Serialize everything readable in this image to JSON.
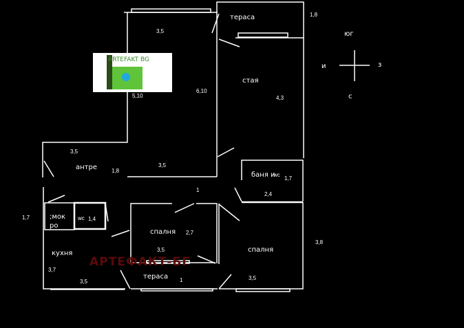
{
  "rooms": {
    "terrace_top": "тераса",
    "room": "стая",
    "entrance": "антре",
    "bath": "баня и",
    "bath_wc": "wc",
    "wet": ";мок",
    "wet2": "ро",
    "wc": "wc",
    "kitchen": "кухня",
    "bedroom1": "спалня",
    "bedroom2": "спалня",
    "terrace_bottom": "тераса"
  },
  "dimensions": {
    "top_left_width": "3,5",
    "terrace_top_depth": "1,8",
    "left_height": "5,10",
    "mid_height": "6,10",
    "room_height": "4,3",
    "entrance_width": "3,5",
    "entrance_depth": "1,8",
    "hall_width": "3,5",
    "bath_height": "1,7",
    "bath_width": "2,4",
    "corridor": "1",
    "wet_height": "1,7",
    "wc_width": "1,4",
    "bedroom1_height": "2,7",
    "bedroom1_width": "3,5",
    "kitchen_height": "3,7",
    "kitchen_width": "3,5",
    "terrace_bottom_depth": "1",
    "bedroom2_height": "3,8",
    "bedroom2_width": "3,5"
  },
  "compass": {
    "north": "юг",
    "west": "и",
    "east": "з",
    "south": "с"
  },
  "logo_text": "ARTEFAKT BG",
  "watermark": "АРТЕФАКТ-БГ",
  "colors": {
    "background": "#000000",
    "walls": "#ffffff",
    "watermark": "#5a0a0a",
    "logo_green": "#5fc43a"
  }
}
